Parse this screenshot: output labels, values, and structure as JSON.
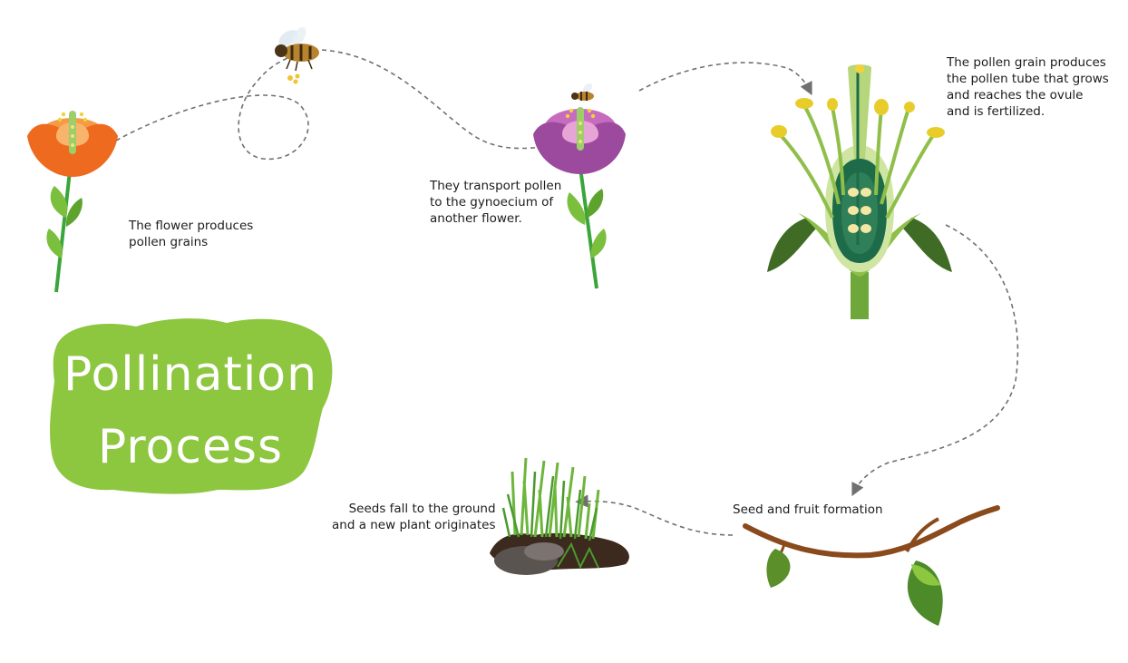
{
  "title": {
    "line1": "Pollination",
    "line2": "Process"
  },
  "captions": {
    "flower_produces": "The flower produces\npollen grains",
    "transport": "They transport pollen\nto the gynoecium of\nanother flower.",
    "pollen_tube": "The pollen grain produces\nthe pollen tube that grows\nand reaches the ovule\n and is fertilized.",
    "seed_fruit": "Seed and fruit formation",
    "seeds_fall": "Seeds fall to the ground\nand a new plant originates"
  },
  "colors": {
    "title_blob": "#8dc63f",
    "orange_petal": "#ee6a1f",
    "purple_petal": "#9c4a9e",
    "stem_green": "#3aa53a",
    "leaf_green": "#7bbf3e",
    "branch_brown": "#8b4a1c",
    "dashed_path": "#707070"
  },
  "icons": [
    "bee-icon",
    "orange-flower-icon",
    "purple-flower-icon",
    "pistil-cross-section-icon",
    "branch-with-leaves-icon",
    "grass-on-soil-icon"
  ]
}
